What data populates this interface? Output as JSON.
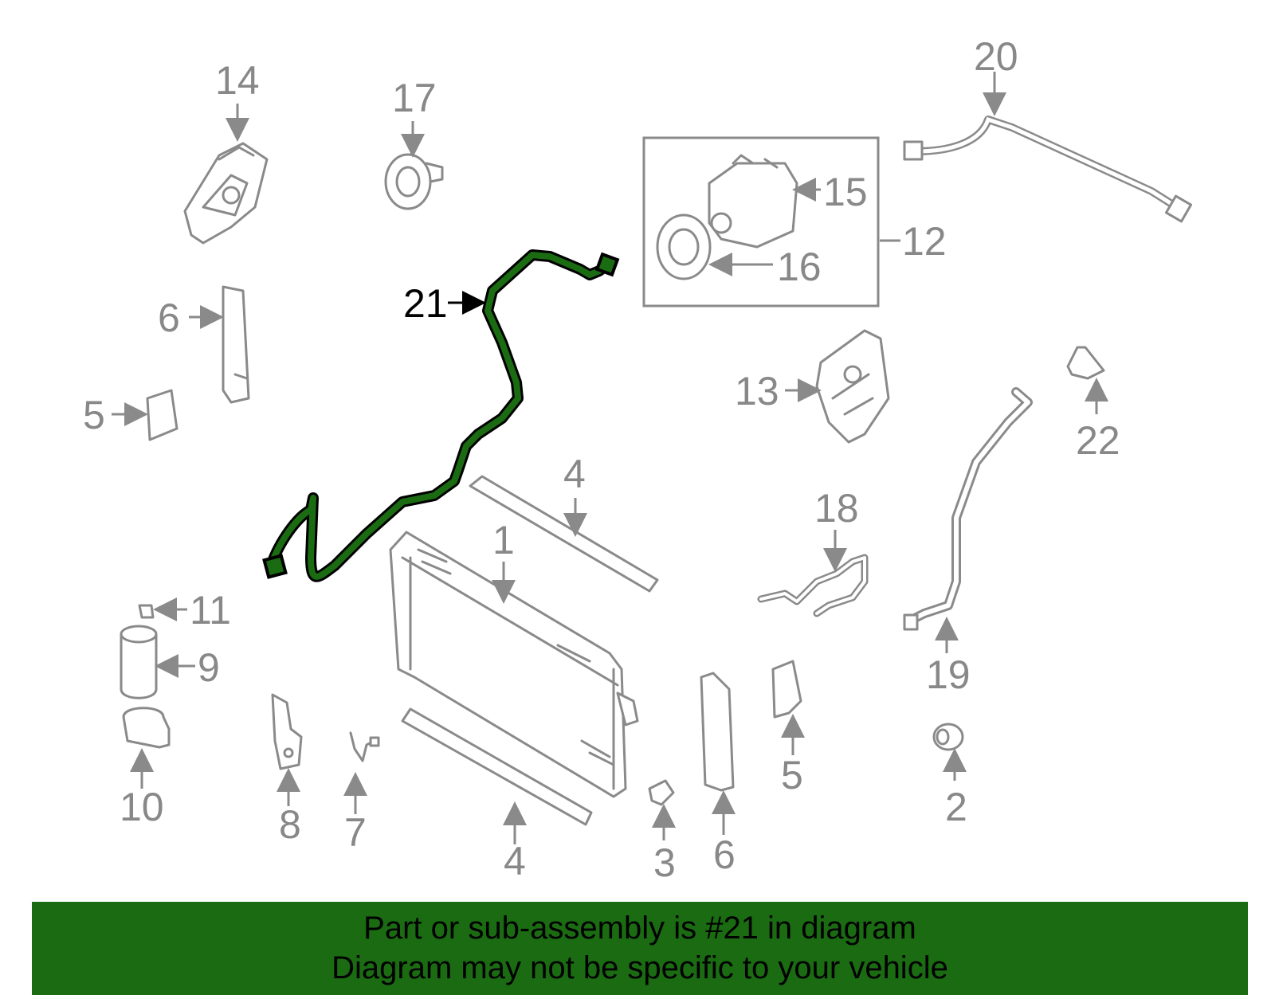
{
  "diagram": {
    "labels": {
      "p1": "1",
      "p2": "2",
      "p3": "3",
      "p4a": "4",
      "p4b": "4",
      "p5a": "5",
      "p5b": "5",
      "p6a": "6",
      "p6b": "6",
      "p7": "7",
      "p8": "8",
      "p9": "9",
      "p10": "10",
      "p11": "11",
      "p12": "12",
      "p13": "13",
      "p14": "14",
      "p15": "15",
      "p16": "16",
      "p17": "17",
      "p18": "18",
      "p19": "19",
      "p20": "20",
      "p21": "21",
      "p22": "22"
    },
    "highlight_color": "#1a6b12",
    "label_color": "#888888"
  },
  "banner": {
    "line1": "Part or sub-assembly is #21 in diagram",
    "line2": "Diagram may not be specific to your vehicle",
    "background": "#1a6b12"
  }
}
